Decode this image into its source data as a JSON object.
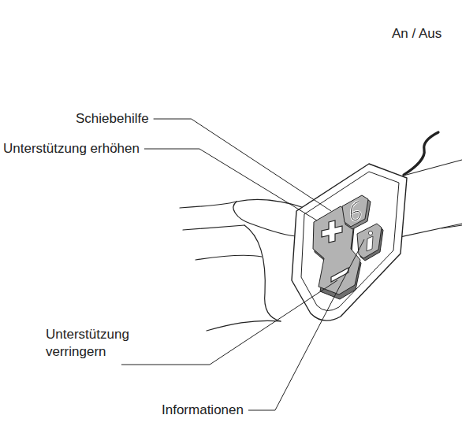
{
  "diagram": {
    "labels": [
      "An / Aus",
      "Schiebehilfe",
      "Unterstützung erhöhen",
      "Unterstützung verringern",
      "Informationen"
    ]
  }
}
